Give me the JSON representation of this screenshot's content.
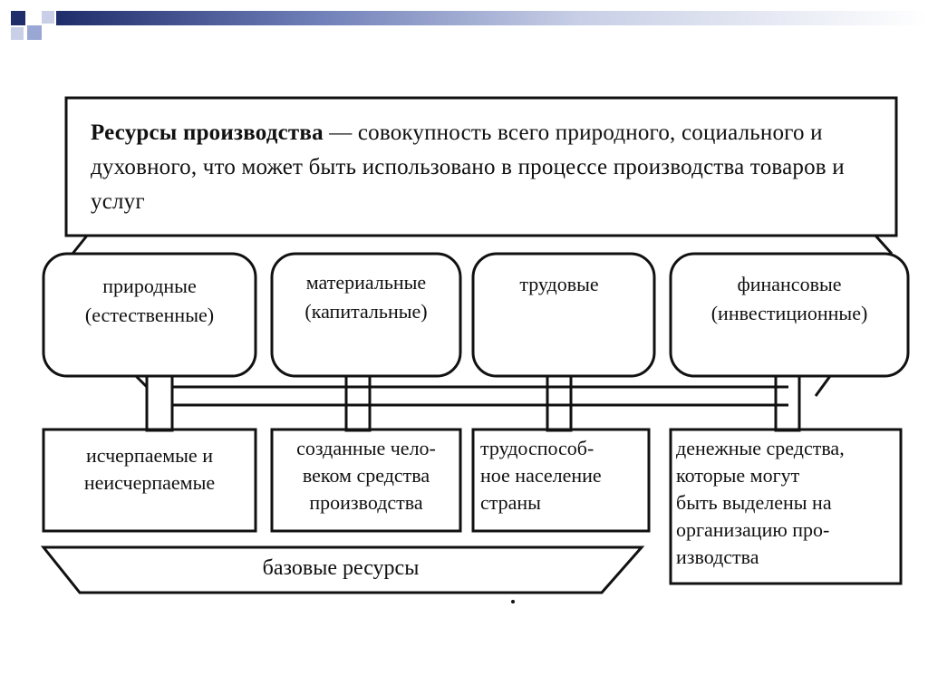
{
  "definition": {
    "term": "Ресурсы производства",
    "text": " — совокупность всего природного, социального и духовного, что может быть использовано в процессе производства товаров и услуг"
  },
  "resource_types": [
    {
      "line1": "природные",
      "line2": "(естественные)"
    },
    {
      "line1": "материальные",
      "line2": "(капитальные)"
    },
    {
      "line1": "трудовые",
      "line2": ""
    },
    {
      "line1": "финансовые",
      "line2": "(инвестиционные)"
    }
  ],
  "descriptions": [
    {
      "lines": [
        "исчерпаемые и",
        "неисчерпаемые"
      ]
    },
    {
      "lines": [
        "созданные чело-",
        "веком средства",
        "производства"
      ]
    },
    {
      "lines": [
        "трудоспособ-",
        "ное население",
        "страны"
      ]
    },
    {
      "lines": [
        "денежные средства,",
        "которые могут",
        "быть выделены на",
        "организацию про-",
        "изводства"
      ]
    }
  ],
  "base_label": "базовые ресурсы",
  "colors": {
    "line": "#111111",
    "header_dark": "#1f2d6b",
    "header_light": "#9aa6d4"
  }
}
